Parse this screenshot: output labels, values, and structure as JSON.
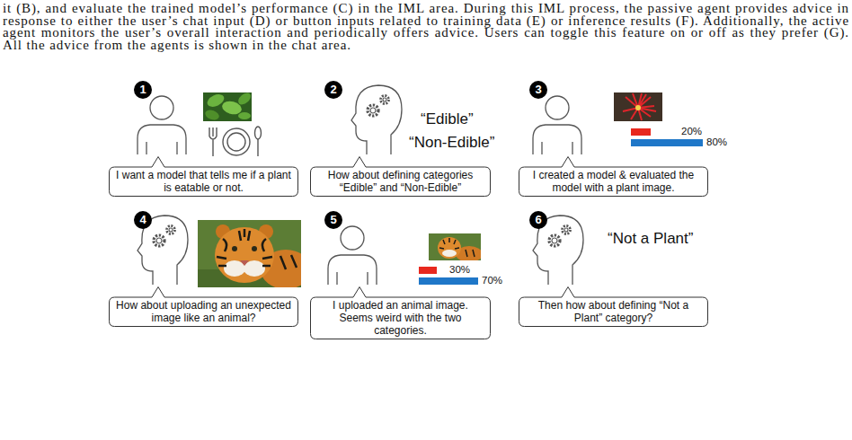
{
  "diagram": {
    "nodes": [
      {
        "text": [
          "1"
        ]
      },
      {
        "text": [
          "I want a model that tells me if a plant is eatable or not."
        ]
      },
      {
        "text": [
          "2"
        ]
      },
      {
        "text": [
          "How about defining categories “Edible” and “Non-Edible”"
        ]
      },
      {
        "text": [
          "3"
        ]
      },
      {
        "text": [
          "I created a model & evaluated the model with a plant image."
        ]
      },
      {
        "text": [
          "4"
        ]
      },
      {
        "text": [
          "How about uploading an unexpected image like an animal?"
        ]
      },
      {
        "text": [
          "5"
        ]
      },
      {
        "text": [
          "I uploaded an animal image. Seems weird with the two categories."
        ]
      },
      {
        "text": [
          "6"
        ]
      },
      {
        "text": [
          "Then how about defining “Not a Plant” category?"
        ]
      }
    ],
    "labels": [
      "it (B), and evaluate the trained model’s performance (C) in the IML area. During this IML process, the passive agent provides advice in response to either the user’s chat input (D) or button inputs related to training data (E) or inference results (F). Additionally, the active agent monitors the user’s overall interaction and periodically offers advice. Users can toggle this feature on or off as they prefer (G). All the advice from the agents is shown in the chat area.",
      "“Edible”",
      "“Non-Edible”",
      "20%",
      "80%",
      "30%",
      "70%",
      "“Not a Plant”"
    ]
  }
}
